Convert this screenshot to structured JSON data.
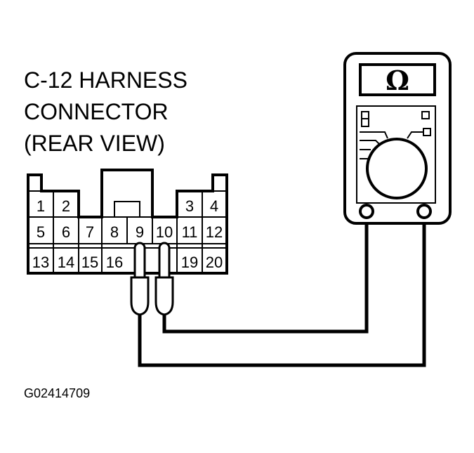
{
  "title_lines": [
    "C-12 HARNESS",
    "CONNECTOR",
    "(REAR VIEW)"
  ],
  "figure_id": "G02414709",
  "meter_symbol": "Ω",
  "pins": {
    "row1": [
      "1",
      "2",
      "3",
      "4"
    ],
    "row2": [
      "5",
      "6",
      "7",
      "8",
      "9",
      "10",
      "11",
      "12"
    ],
    "row3": [
      "13",
      "14",
      "15",
      "16",
      "19",
      "20"
    ]
  },
  "probed_pins": [
    "9",
    "10"
  ]
}
